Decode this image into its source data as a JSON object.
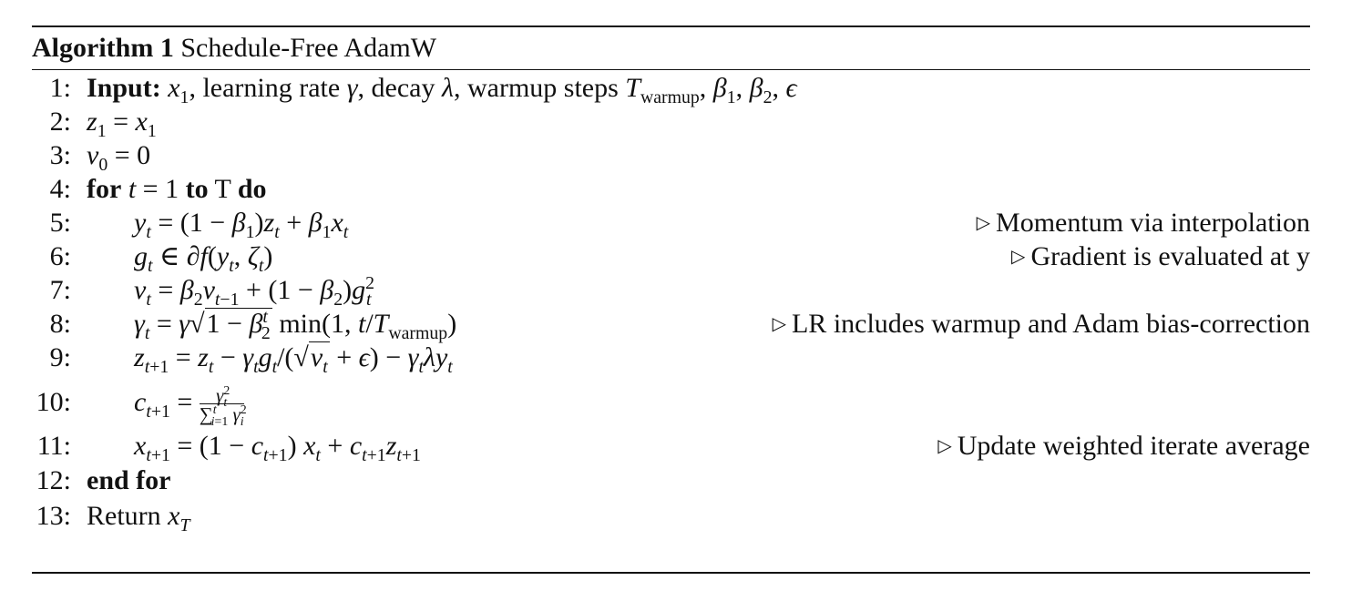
{
  "algorithm": {
    "label": "Algorithm 1",
    "title": "Schedule-Free AdamW"
  },
  "lines": [
    {
      "num": "1:",
      "text": "Input: x1, learning rate γ, decay λ, warmup steps Twarmup, β1, β2, ε",
      "comment": ""
    },
    {
      "num": "2:",
      "text": "z1 = x1",
      "comment": ""
    },
    {
      "num": "3:",
      "text": "v0 = 0",
      "comment": ""
    },
    {
      "num": "4:",
      "text": "for t = 1 to T do",
      "comment": ""
    },
    {
      "num": "5:",
      "text": "yt = (1 − β1)zt + β1xt",
      "comment": "Momentum via interpolation"
    },
    {
      "num": "6:",
      "text": "gt ∈ ∂f(yt, ζt)",
      "comment": "Gradient is evaluated at y"
    },
    {
      "num": "7:",
      "text": "vt = β2vt−1 + (1 − β2)gt²",
      "comment": ""
    },
    {
      "num": "8:",
      "text": "γt = γ√(1 − β2^t) min(1, t/Twarmup)",
      "comment": "LR includes warmup and Adam bias-correction"
    },
    {
      "num": "9:",
      "text": "zt+1 = zt − γtgt/(√vt + ε) − γtλyt",
      "comment": ""
    },
    {
      "num": "10:",
      "text": "ct+1 = γt² / Σi=1..t γi²",
      "comment": ""
    },
    {
      "num": "11:",
      "text": "xt+1 = (1 − ct+1) xt + ct+1zt+1",
      "comment": "Update weighted iterate average"
    },
    {
      "num": "12:",
      "text": "end for",
      "comment": ""
    },
    {
      "num": "13:",
      "text": "Return xT",
      "comment": ""
    }
  ],
  "tokens": {
    "input_kw": "Input:",
    "learning_rate": "learning rate",
    "decay": "decay",
    "warmup_steps": "warmup steps",
    "warmup_sub": "warmup",
    "for_kw": "for",
    "to_kw": "to",
    "T": "T",
    "do_kw": "do",
    "end_for_kw": "end for",
    "return_kw": "Return",
    "min": "min"
  }
}
